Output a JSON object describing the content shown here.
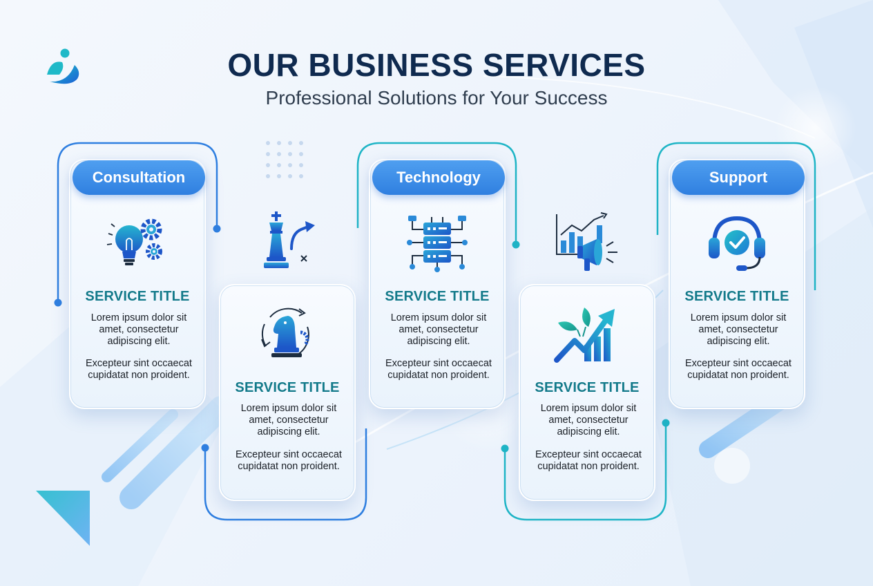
{
  "header": {
    "title": "OUR BUSINESS SERVICES",
    "subtitle": "Professional Solutions for Your Success"
  },
  "colors": {
    "accent_blue": "#2f7fe0",
    "title_navy": "#0f2a4f",
    "service_teal": "#137a8a"
  },
  "cards": [
    {
      "pill": "Consultation",
      "icon": "lightbulb-gears-icon",
      "title": "SERVICE TITLE",
      "desc": "Lorem ipsum dolor sit amet, consectetur adipiscing elit.",
      "desc2": "Excepteur sint occaecat cupidatat non proident."
    },
    {
      "pill": "",
      "icon": "chess-knight-cycle-icon",
      "title": "SERVICE TITLE",
      "desc": "Lorem ipsum dolor sit amet, consectetur adipiscing elit.",
      "desc2": "Excepteur sint occaecat cupidatat non proident."
    },
    {
      "pill": "Technology",
      "icon": "server-network-icon",
      "title": "SERVICE TITLE",
      "desc": "Lorem ipsum dolor sit amet, consectetur adipiscing elit.",
      "desc2": "Excepteur sint occaecat cupidatat non proident."
    },
    {
      "pill": "",
      "icon": "growth-chart-leaves-icon",
      "title": "SERVICE TITLE",
      "desc": "Lorem ipsum dolor sit amet, consectetur adipiscing elit.",
      "desc2": "Excepteur sint occaecat cupidatat non proident."
    },
    {
      "pill": "Support",
      "icon": "headset-check-icon",
      "title": "SERVICE TITLE",
      "desc": "Lorem ipsum dolor sit amet, consectetur adipiscing elit.",
      "desc2": "Excepteur sint occaecat cupidatat non proident."
    }
  ],
  "floating_icons": [
    "chess-king-strategy-icon",
    "marketing-megaphone-chart-icon"
  ]
}
